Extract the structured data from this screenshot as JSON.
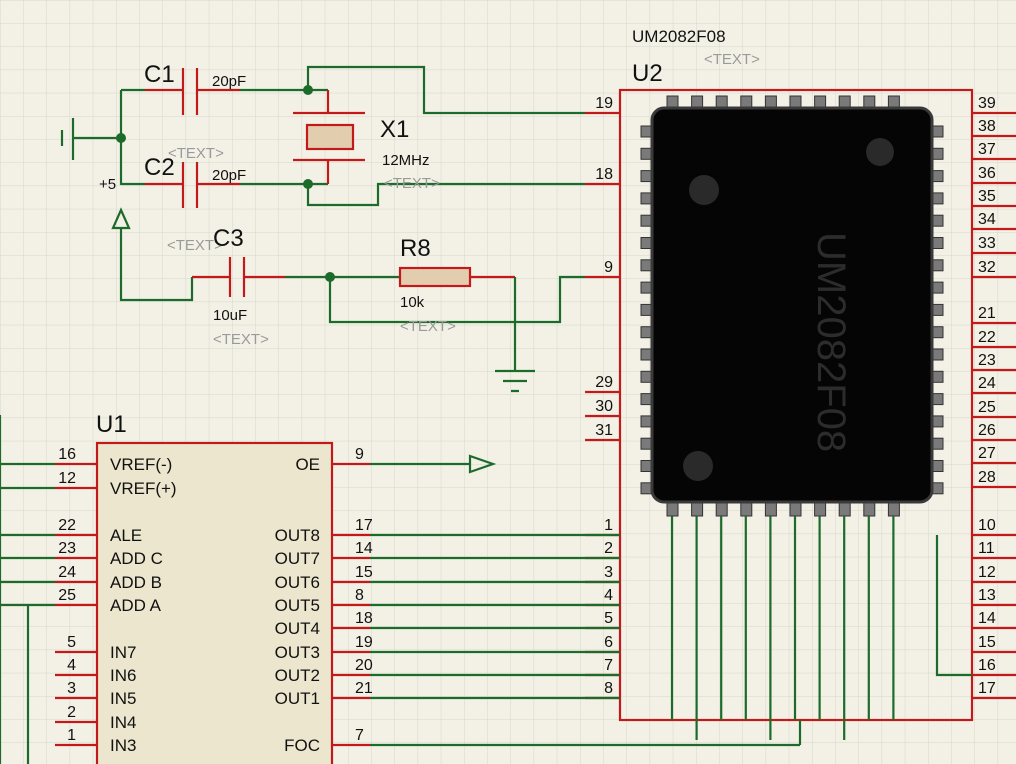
{
  "colors": {
    "wire": "#1d6b2a",
    "pin": "#c21a1a",
    "chip_body": "#050505",
    "ic_fill": "#ece6cf",
    "background": "#f3f1e6"
  },
  "u2": {
    "part": "UM2082F08",
    "ref": "U2",
    "text": "<TEXT>",
    "body_marking": "UM2082F08",
    "left_pins": [
      "19",
      "18",
      "9",
      "29",
      "30",
      "31",
      "1",
      "2",
      "3",
      "4",
      "5",
      "6",
      "7",
      "8"
    ],
    "right_pins": [
      "39",
      "38",
      "37",
      "36",
      "35",
      "34",
      "33",
      "32",
      "21",
      "22",
      "23",
      "24",
      "25",
      "26",
      "27",
      "28",
      "10",
      "11",
      "12",
      "13",
      "14",
      "15",
      "16",
      "17"
    ]
  },
  "x1": {
    "ref": "X1",
    "value": "12MHz",
    "text": "<TEXT>"
  },
  "c1": {
    "ref": "C1",
    "value": "20pF",
    "text": "<TEXT>"
  },
  "c2": {
    "ref": "C2",
    "value": "20pF"
  },
  "c3": {
    "ref": "C3",
    "value": "10uF",
    "text": "<TEXT>",
    "text2": "<TEXT>"
  },
  "r8": {
    "ref": "R8",
    "value": "10k",
    "text": "<TEXT>"
  },
  "power": {
    "label": "+5"
  },
  "u1": {
    "ref": "U1",
    "left": [
      {
        "pin": "16",
        "name": "VREF(-)"
      },
      {
        "pin": "12",
        "name": "VREF(+)"
      },
      {
        "pin": "22",
        "name": "ALE"
      },
      {
        "pin": "23",
        "name": "ADD C"
      },
      {
        "pin": "24",
        "name": "ADD B"
      },
      {
        "pin": "25",
        "name": "ADD A"
      },
      {
        "pin": "5",
        "name": "IN7"
      },
      {
        "pin": "4",
        "name": "IN6"
      },
      {
        "pin": "3",
        "name": "IN5"
      },
      {
        "pin": "2",
        "name": "IN4"
      },
      {
        "pin": "1",
        "name": "IN3"
      }
    ],
    "right": [
      {
        "pin": "9",
        "name": "OE"
      },
      {
        "pin": "17",
        "name": "OUT8"
      },
      {
        "pin": "14",
        "name": "OUT7"
      },
      {
        "pin": "15",
        "name": "OUT6"
      },
      {
        "pin": "8",
        "name": "OUT5"
      },
      {
        "pin": "18",
        "name": "OUT4"
      },
      {
        "pin": "19",
        "name": "OUT3"
      },
      {
        "pin": "20",
        "name": "OUT2"
      },
      {
        "pin": "21",
        "name": "OUT1"
      },
      {
        "pin": "7",
        "name": "FOC"
      }
    ]
  }
}
